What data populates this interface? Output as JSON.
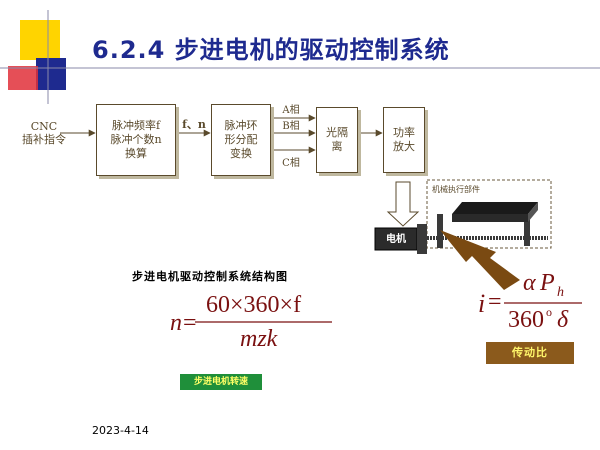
{
  "slide": {
    "title": "6.2.4 步进电机的驱动控制系统",
    "date": "2023-4-14"
  },
  "diagram": {
    "input_label": "CNC\n插补指令",
    "box1": "脉冲频率f\n脉冲个数n\n换算",
    "fn_label": "f、n",
    "box2": "脉冲环\n形分配\n变换",
    "phase_a": "A相",
    "phase_b": "B相",
    "phase_c": "C相",
    "box3": "光隔\n离",
    "box4": "功率\n放大",
    "motor_label": "电机",
    "mechanism_label": "机械执行部件"
  },
  "caption": "步进电机驱动控制系统结构图",
  "formula_n": {
    "lhs": "n",
    "eq": "=",
    "numerator": "60×360×f",
    "denominator": "mzk"
  },
  "formula_i": {
    "lhs": "i",
    "eq": "=",
    "numerator_alpha": "α",
    "numerator_P": "P",
    "numerator_sub": "h",
    "denominator": "360",
    "deg": "o",
    "delta": "δ"
  },
  "labels": {
    "motor_speed": "步进电机转速",
    "transmission_ratio": "传动比"
  },
  "colors": {
    "title": "#1e2a8f",
    "box_border": "#5a4a2c",
    "formula": "#7a1010",
    "green_label": "#1f8f3a",
    "brown_label": "#8b5a1c"
  }
}
